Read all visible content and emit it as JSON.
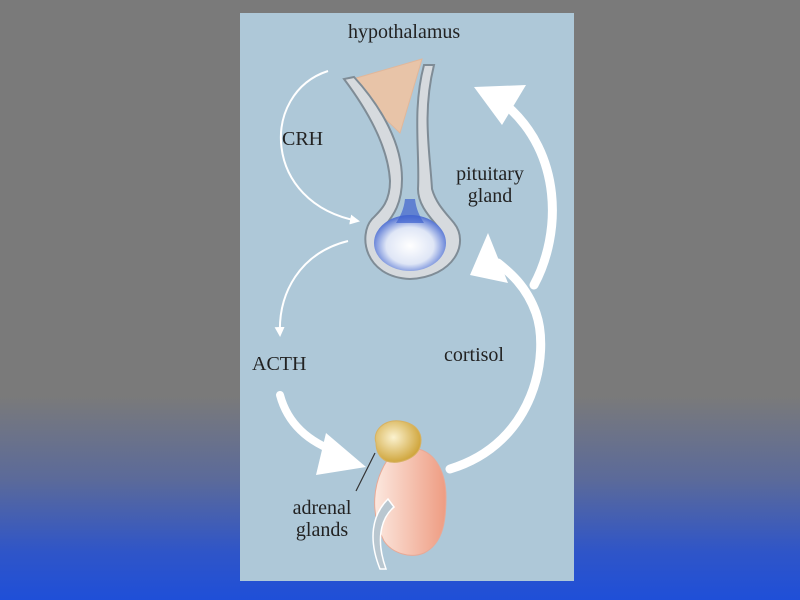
{
  "labels": {
    "hypothalamus": "hypothalamus",
    "crh": "CRH",
    "pituitary_line1": "pituitary",
    "pituitary_line2": "gland",
    "acth": "ACTH",
    "cortisol": "cortisol",
    "adrenal_line1": "adrenal",
    "adrenal_line2": "glands"
  },
  "colors": {
    "background_top": "#7a7a7a",
    "background_bottom": "#1f4fd8",
    "panel": "#aec8d8",
    "hypothalamus_fill": "#e8c4a8",
    "pituitary_stalk": "#d7dde2",
    "pituitary_gland": "#dfe6f6",
    "adrenal": "#e9b45a",
    "kidney": "#f3c2ae",
    "arrows": "#ffffff"
  }
}
